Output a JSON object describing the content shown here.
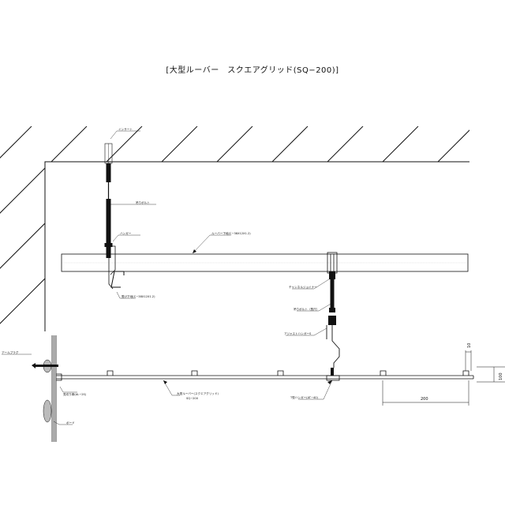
{
  "title": "[大型ルーバー　スクエアグリッド(SQ−200)]",
  "labels": {
    "insert": "インサート",
    "hanger_bolt": "吊りボルト",
    "hanger": "ハンガー",
    "louver_receiver": "ルーバー下地(C−38X12X1.2)",
    "receiver_c": "受け下地(C−38X12X1.2)",
    "channel_joint": "チャンネルジョイナー",
    "hanger_bolt_long": "吊りボルト（長尺）",
    "adjust_hanger": "アジャストハンガーS",
    "anchor_plug": "アールプラグ",
    "edge_trim": "見切り縁(AL−2S)",
    "louver_product": "大型ルーバー(スクエアグリッド)",
    "louver_code": "SQ−200",
    "t_bar_hanger": "T型ハンガー(AT−40)",
    "board": "ボード"
  },
  "dimensions": {
    "pitch": "200",
    "height": "10",
    "depth": "100"
  }
}
